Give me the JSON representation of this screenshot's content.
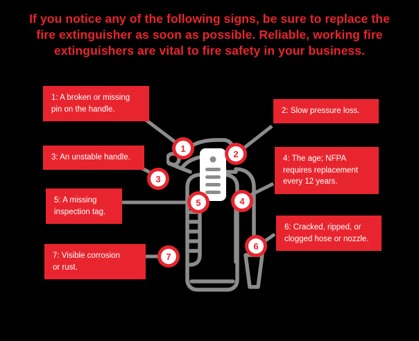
{
  "headline": {
    "line1": "If you notice any of the following signs, be sure to replace the",
    "line2": "fire extinguisher as soon as possible. Reliable, working fire",
    "line3": "extinguishers are vital to fire safety in your business."
  },
  "colors": {
    "background": "#000000",
    "accent_red": "#E8252E",
    "headline_red": "#E8252E",
    "illustration_gray": "#8C8C8C",
    "connector_gray": "#8C8C8C",
    "badge_text": "#E8252E",
    "callout_text": "#FFFFFF"
  },
  "callouts": [
    {
      "number": "1",
      "lines": [
        "1: A broken or missing",
        "pin on the handle."
      ],
      "side": "left"
    },
    {
      "number": "2",
      "lines": [
        "2: Slow pressure loss."
      ],
      "side": "right"
    },
    {
      "number": "3",
      "lines": [
        "3: An unstable handle."
      ],
      "side": "left"
    },
    {
      "number": "4",
      "lines": [
        "4: The age; NFPA",
        "requires replacement",
        "every 12 years."
      ],
      "side": "right"
    },
    {
      "number": "5",
      "lines": [
        "5: A missing",
        "inspection tag."
      ],
      "side": "left"
    },
    {
      "number": "6",
      "lines": [
        "6: Cracked, ripped, or",
        "clogged hose or nozzle."
      ],
      "side": "right"
    },
    {
      "number": "7",
      "lines": [
        "7: Visible corrosion",
        "or rust."
      ],
      "side": "left"
    }
  ],
  "badges": [
    {
      "number": "1"
    },
    {
      "number": "2"
    },
    {
      "number": "3"
    },
    {
      "number": "4"
    },
    {
      "number": "5"
    },
    {
      "number": "6"
    },
    {
      "number": "7"
    }
  ],
  "illustration": {
    "name": "fire-extinguisher-line-drawing",
    "parts": [
      "carry-handle",
      "squeeze-lever",
      "pull-pin",
      "valve-neck",
      "cylinder-body",
      "inspection-tag",
      "pressure-gauge",
      "hose",
      "nozzle",
      "corrosion-ridges"
    ]
  }
}
